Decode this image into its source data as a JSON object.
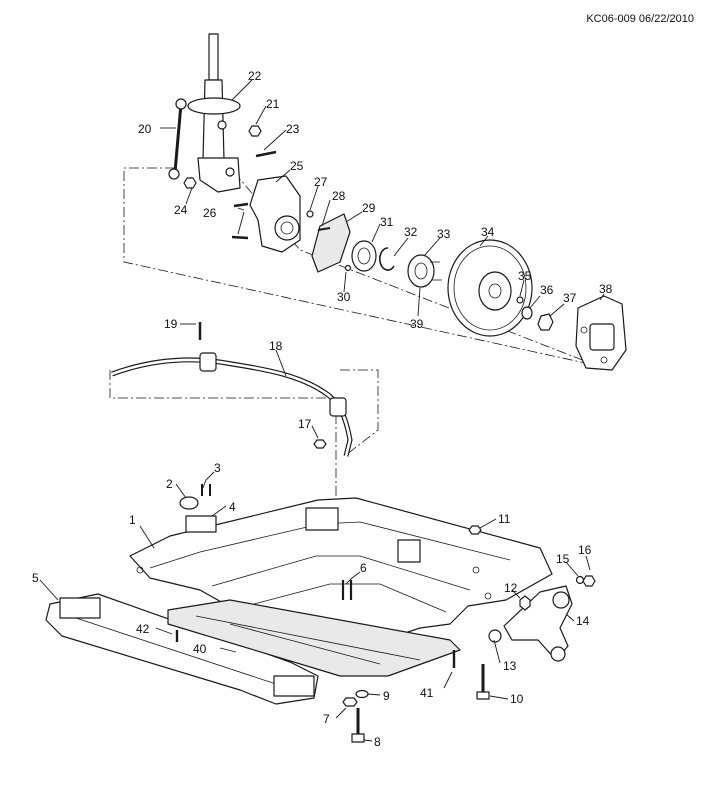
{
  "reference": "KC06-009 06/22/2010",
  "callouts": {
    "c1": "1",
    "c2": "2",
    "c3": "3",
    "c4": "4",
    "c5": "5",
    "c6": "6",
    "c7": "7",
    "c8": "8",
    "c9": "9",
    "c10": "10",
    "c11": "11",
    "c12": "12",
    "c13": "13",
    "c14": "14",
    "c15": "15",
    "c16": "16",
    "c17": "17",
    "c18": "18",
    "c19": "19",
    "c20": "20",
    "c21": "21",
    "c22": "22",
    "c23": "23",
    "c24": "24",
    "c25": "25",
    "c26": "26",
    "c27": "27",
    "c28": "28",
    "c29": "29",
    "c30": "30",
    "c31": "31",
    "c32": "32",
    "c33": "33",
    "c34": "34",
    "c35": "35",
    "c36": "36",
    "c37": "37",
    "c38": "38",
    "c39": "39",
    "c40": "40",
    "c41": "41",
    "c42": "42"
  }
}
